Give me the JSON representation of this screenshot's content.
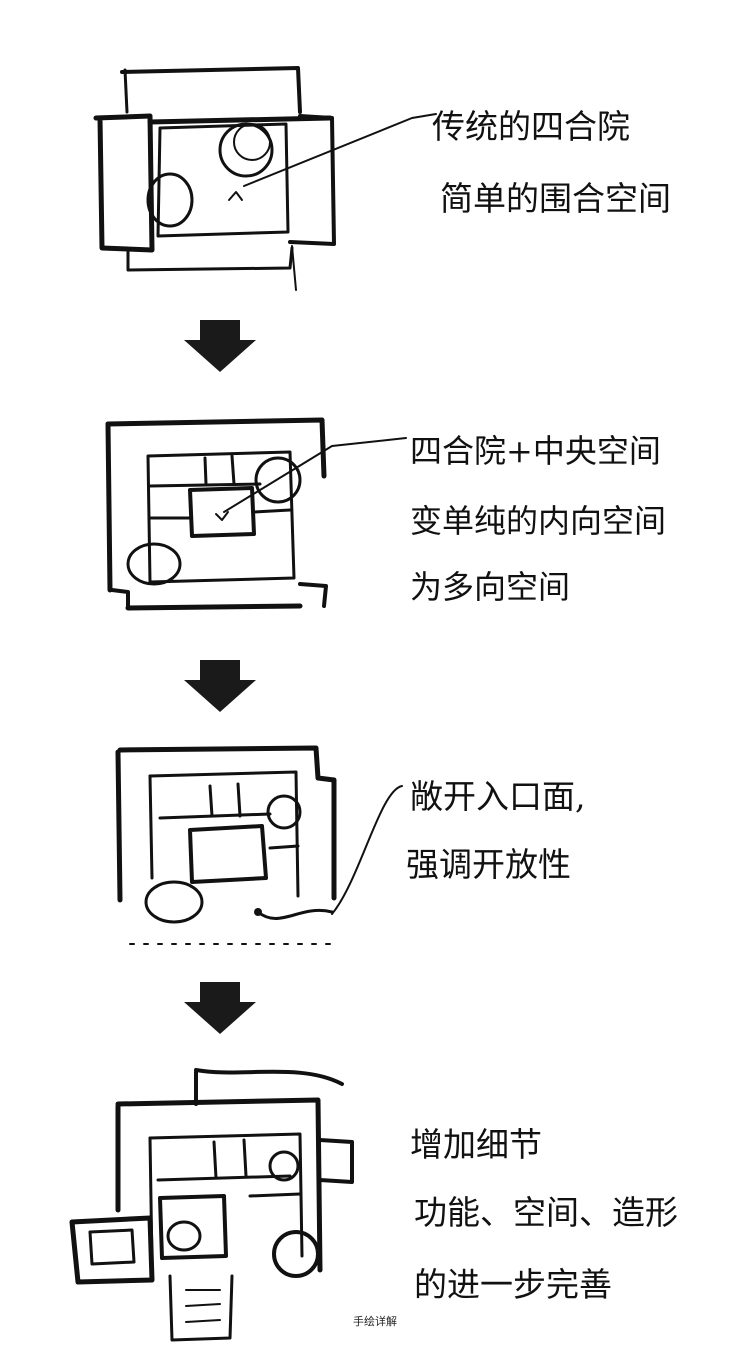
{
  "notes": [
    {
      "lines": [
        "传统的四合院",
        "简单的围合空间"
      ]
    },
    {
      "lines": [
        "四合院+中央空间",
        "变单纯的内向空间",
        "为多向空间"
      ]
    },
    {
      "lines": [
        "敞开入口面,",
        "强调开放性"
      ]
    },
    {
      "lines": [
        "增加细节",
        "功能、空间、造形",
        "的进一步完善"
      ]
    }
  ],
  "caption": "手绘详解",
  "icons": [
    "arrow-down-icon",
    "arrow-down-icon",
    "arrow-down-icon"
  ]
}
